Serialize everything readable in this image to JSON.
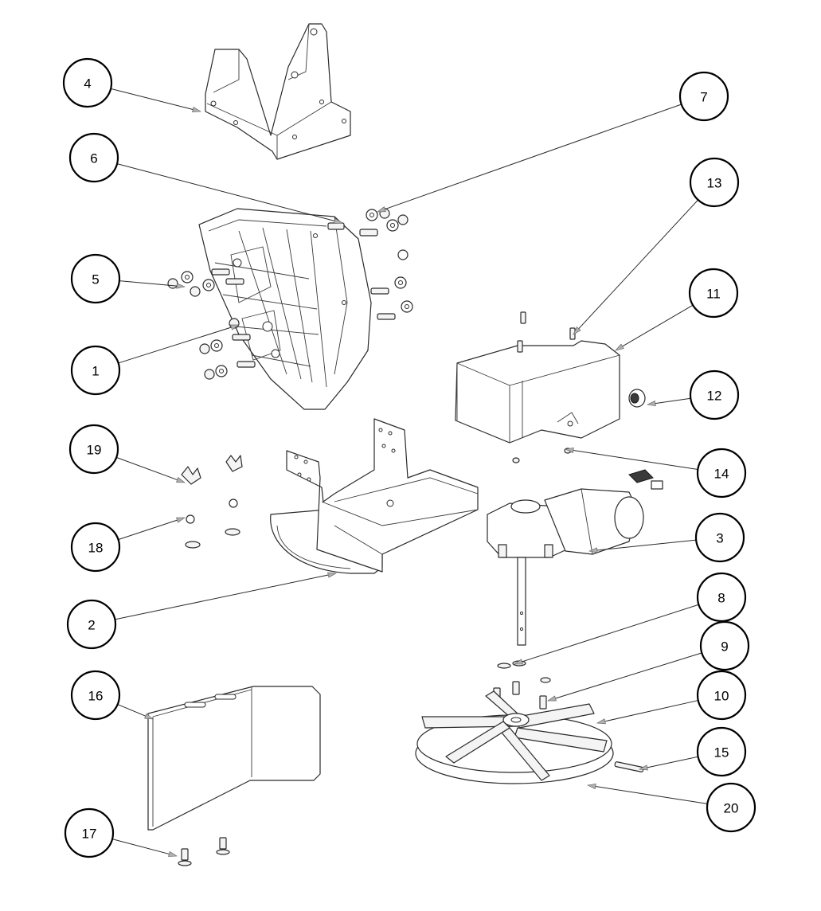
{
  "callouts": [
    {
      "label": "1"
    },
    {
      "label": "2"
    },
    {
      "label": "3"
    },
    {
      "label": "4"
    },
    {
      "label": "5"
    },
    {
      "label": "6"
    },
    {
      "label": "7"
    },
    {
      "label": "8"
    },
    {
      "label": "9"
    },
    {
      "label": "10"
    },
    {
      "label": "11"
    },
    {
      "label": "12"
    },
    {
      "label": "13"
    },
    {
      "label": "14"
    },
    {
      "label": "15"
    },
    {
      "label": "16"
    },
    {
      "label": "17"
    },
    {
      "label": "18"
    },
    {
      "label": "19"
    },
    {
      "label": "20"
    }
  ],
  "colors": {
    "line": "#2a2a2a",
    "arrowhead": "#b0b0b0",
    "balloon_border": "#000000",
    "background": "#ffffff"
  }
}
